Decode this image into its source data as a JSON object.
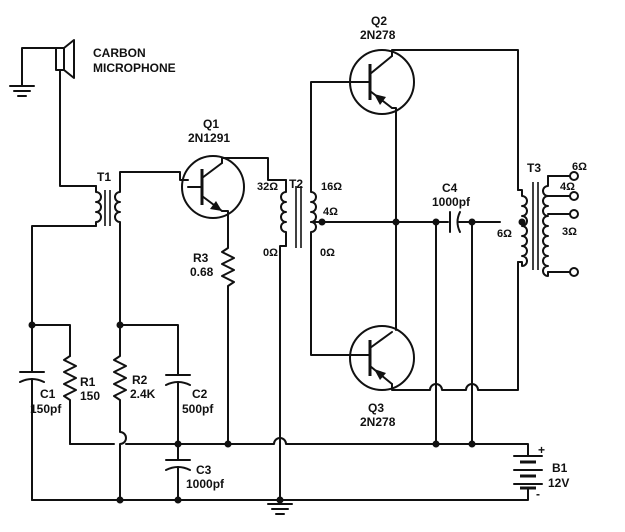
{
  "labels": {
    "mic_line1": "CARBON",
    "mic_line2": "MICROPHONE",
    "t1": "T1",
    "t2": "T2",
    "t3": "T3",
    "q1_name": "Q1",
    "q1_part": "2N1291",
    "q2_name": "Q2",
    "q2_part": "2N278",
    "q3_name": "Q3",
    "q3_part": "2N278",
    "r1_name": "R1",
    "r1_value": "150",
    "r2_name": "R2",
    "r2_value": "2.4K",
    "r3_name": "R3",
    "r3_value": "0.68",
    "c1_name": "C1",
    "c1_value": "150pf",
    "c2_name": "C2",
    "c2_value": "500pf",
    "c3_name": "C3",
    "c3_value": "1000pf",
    "c4_name": "C4",
    "c4_value": "1000pf",
    "t2_32": "32Ω",
    "t2_0l": "0Ω",
    "t2_16": "16Ω",
    "t2_4": "4Ω",
    "t2_0r": "0Ω",
    "t3_6in": "6Ω",
    "t3_6": "6Ω",
    "t3_4": "4Ω",
    "t3_3": "3Ω",
    "b1_name": "B1",
    "b1_value": "12V",
    "b1_plus": "+",
    "b1_minus": "-"
  }
}
